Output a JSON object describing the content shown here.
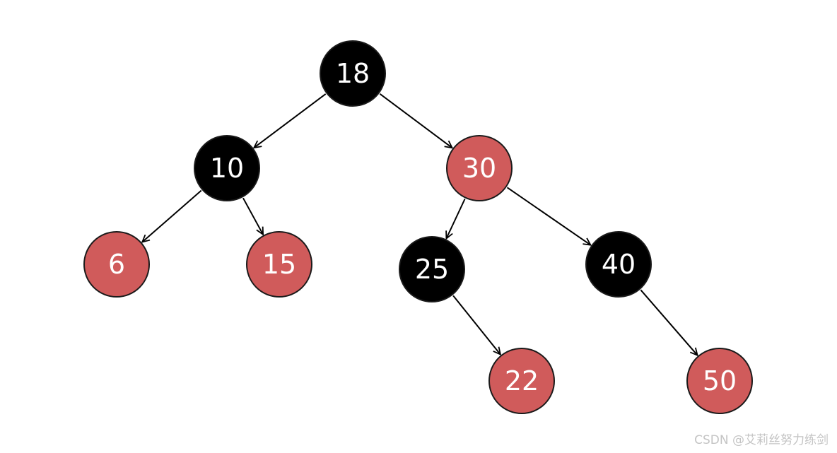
{
  "tree": {
    "colors": {
      "black": "#000000",
      "red": "#d05b5b",
      "label": "#ffffff",
      "outline": "#1a1a1a"
    },
    "nodes": [
      {
        "id": "n18",
        "label": "18",
        "color": "black"
      },
      {
        "id": "n10",
        "label": "10",
        "color": "black"
      },
      {
        "id": "n30",
        "label": "30",
        "color": "red"
      },
      {
        "id": "n6",
        "label": "6",
        "color": "red"
      },
      {
        "id": "n15",
        "label": "15",
        "color": "red"
      },
      {
        "id": "n25",
        "label": "25",
        "color": "black"
      },
      {
        "id": "n40",
        "label": "40",
        "color": "black"
      },
      {
        "id": "n22",
        "label": "22",
        "color": "red"
      },
      {
        "id": "n50",
        "label": "50",
        "color": "red"
      }
    ],
    "edges": [
      {
        "from": "n18",
        "to": "n10"
      },
      {
        "from": "n18",
        "to": "n30"
      },
      {
        "from": "n10",
        "to": "n6"
      },
      {
        "from": "n10",
        "to": "n15"
      },
      {
        "from": "n30",
        "to": "n25"
      },
      {
        "from": "n30",
        "to": "n40"
      },
      {
        "from": "n25",
        "to": "n22"
      },
      {
        "from": "n40",
        "to": "n50"
      }
    ]
  },
  "watermark": {
    "text": "CSDN @艾莉丝努力练剑"
  }
}
